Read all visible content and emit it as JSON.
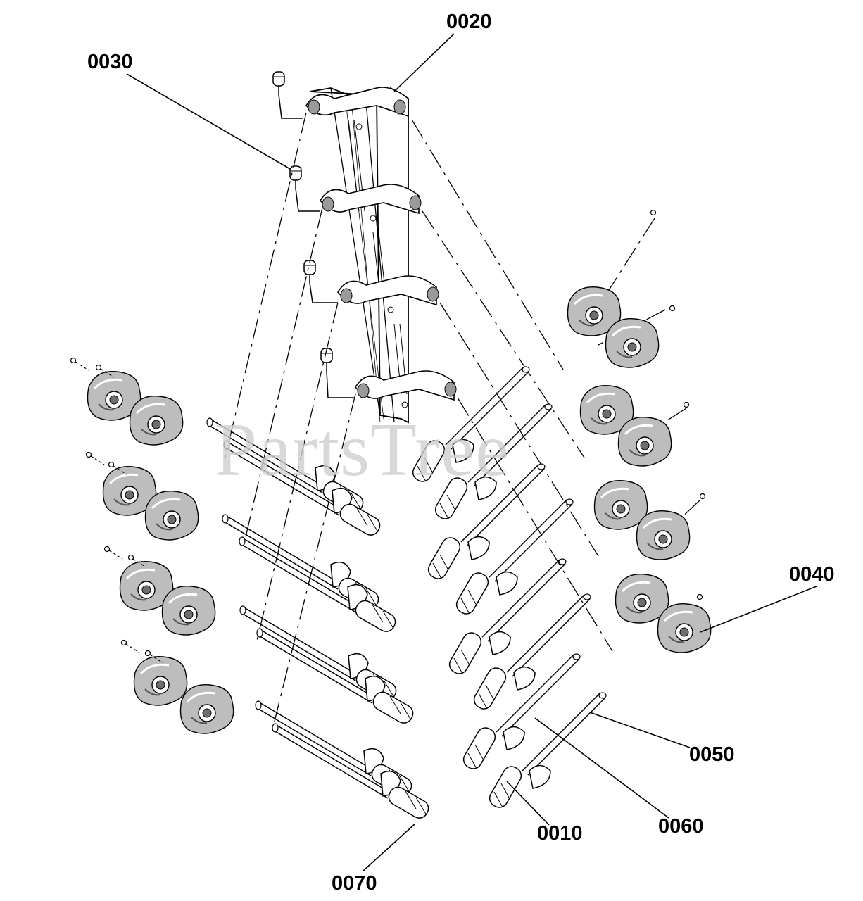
{
  "watermark": "PartsTree",
  "callouts": {
    "c0010": "0010",
    "c0020": "0020",
    "c0030": "0030",
    "c0040": "0040",
    "c0050": "0050",
    "c0060": "0060",
    "c0070": "0070"
  },
  "colors": {
    "line": "#000000",
    "part_fill": "#ffffff",
    "part_shade": "#9a9a9a",
    "watermark": "#cfcfcf"
  }
}
